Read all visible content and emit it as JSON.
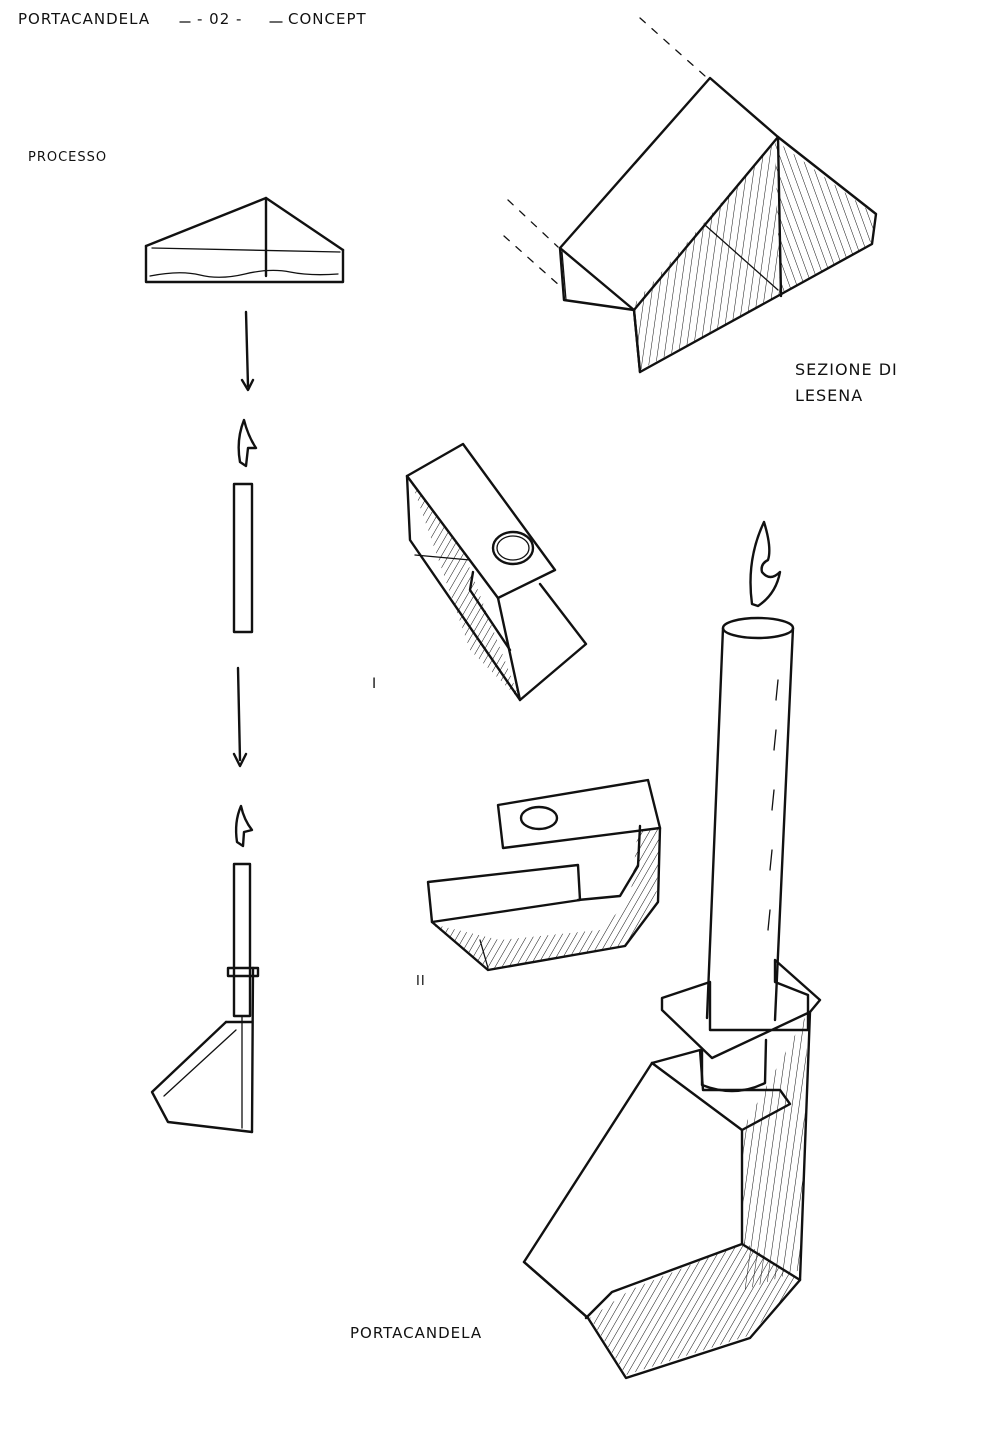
{
  "labels": {
    "title_left": "PORTACANDELA",
    "title_mid": "- 02 -",
    "title_right": "CONCEPT",
    "processo": "PROCESSO",
    "sezione_line1": "SEZIONE DI",
    "sezione_line2": "LESENA",
    "roman_1": "I",
    "roman_2": "II",
    "bottom": "PORTACANDELA"
  }
}
